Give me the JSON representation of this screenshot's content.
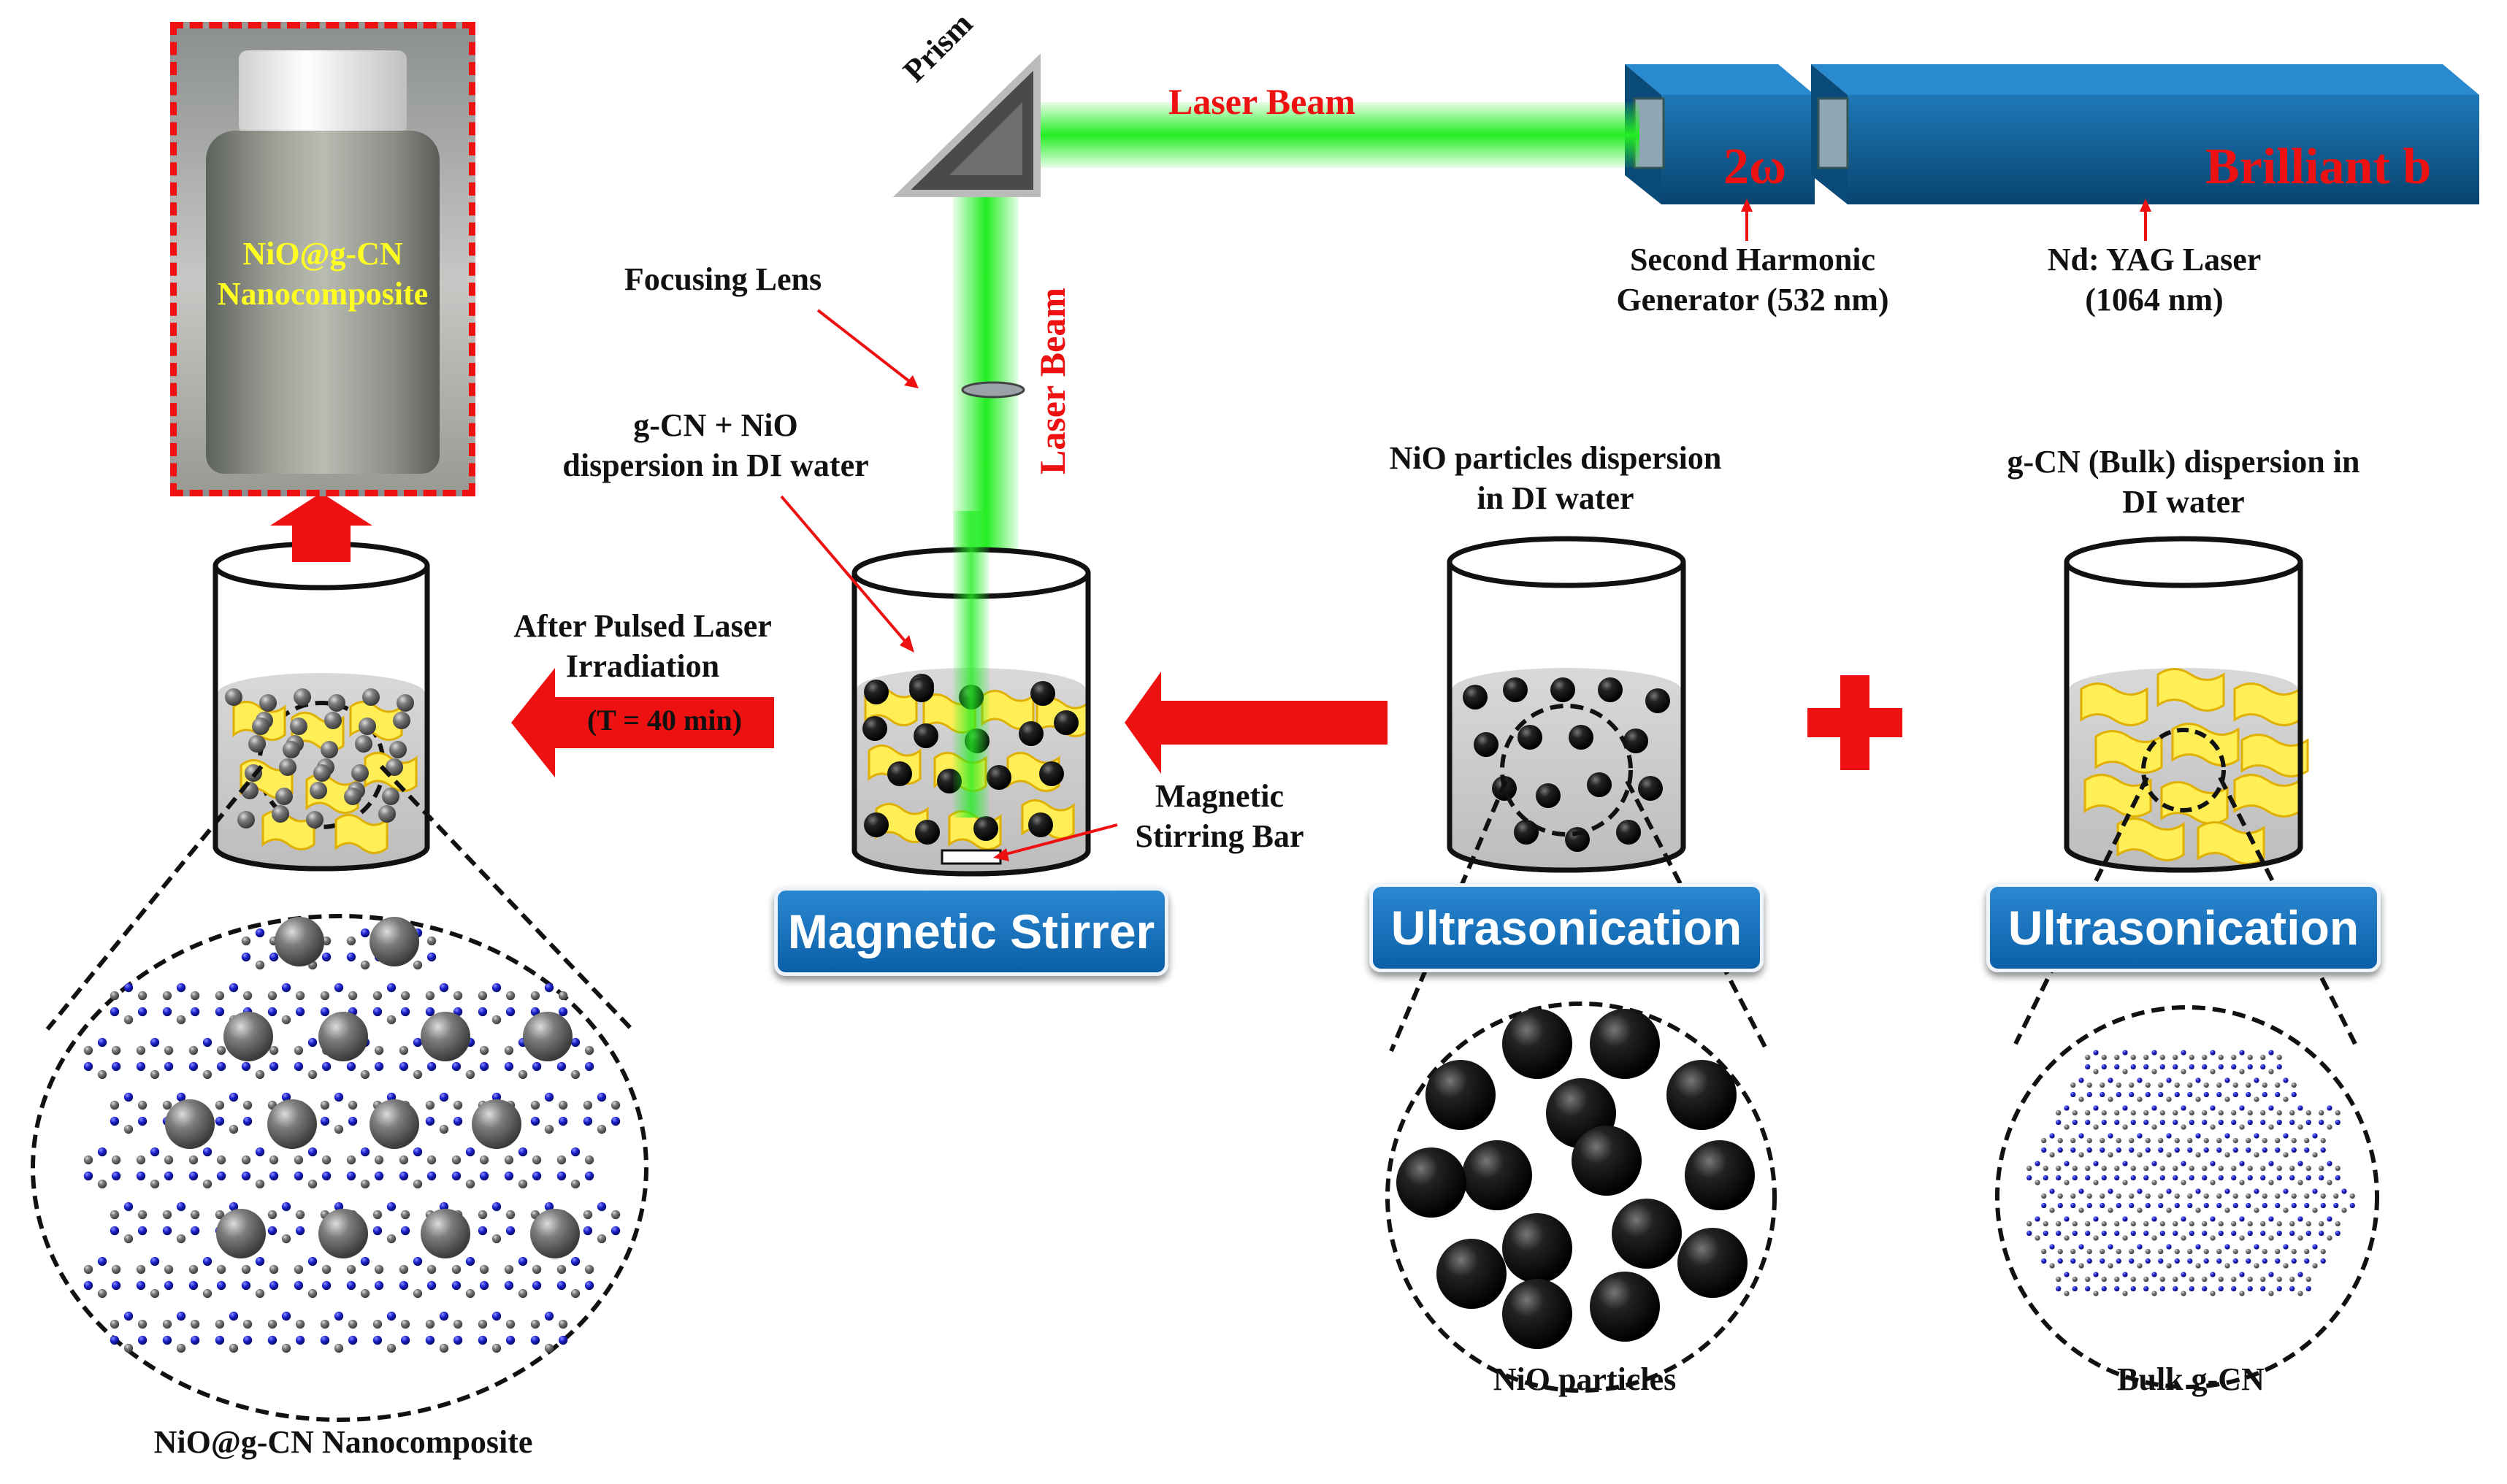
{
  "labels": {
    "photo_caption": "NiO@g-CN\nNanocomposite",
    "prism": "Prism",
    "laser_beam_horizontal": "Laser Beam",
    "laser_beam_vertical": "Laser Beam",
    "harmonic_symbol": "2ω",
    "laser_brand": "Brilliant b",
    "shg_label": "Second Harmonic\nGenerator (532 nm)",
    "yag_label": "Nd: YAG Laser\n(1064 nm)",
    "focusing_lens": "Focusing Lens",
    "gcn_nio_dispersion": "g-CN + NiO\ndispersion in DI water",
    "nio_dispersion": "NiO particles dispersion\nin DI water",
    "gcn_bulk_dispersion": "g-CN (Bulk) dispersion in\nDI water",
    "after_irradiation": "After Pulsed Laser\nIrradiation",
    "irradiation_time": "(T = 40  min)",
    "stirring_bar": "Magnetic\nStirring Bar",
    "nio_particles": "NiO particles",
    "bulk_gcn": "Bulk g-CN",
    "nanocomposite": "NiO@g-CN Nanocomposite"
  },
  "buttons": {
    "magnetic_stirrer": "Magnetic Stirrer",
    "ultrasonication_1": "Ultrasonication",
    "ultrasonication_2": "Ultrasonication"
  },
  "colors": {
    "laser_green": "#22ee22",
    "arrow_red": "#ee1111",
    "laser_body_blue": "#0d5b94",
    "button_blue": "#0a5fa8",
    "sheet_yellow": "#ffee55",
    "nitrogen_blue": "#1a22cc",
    "carbon_grey": "#9a9a9a",
    "particle_black": "#111111"
  }
}
